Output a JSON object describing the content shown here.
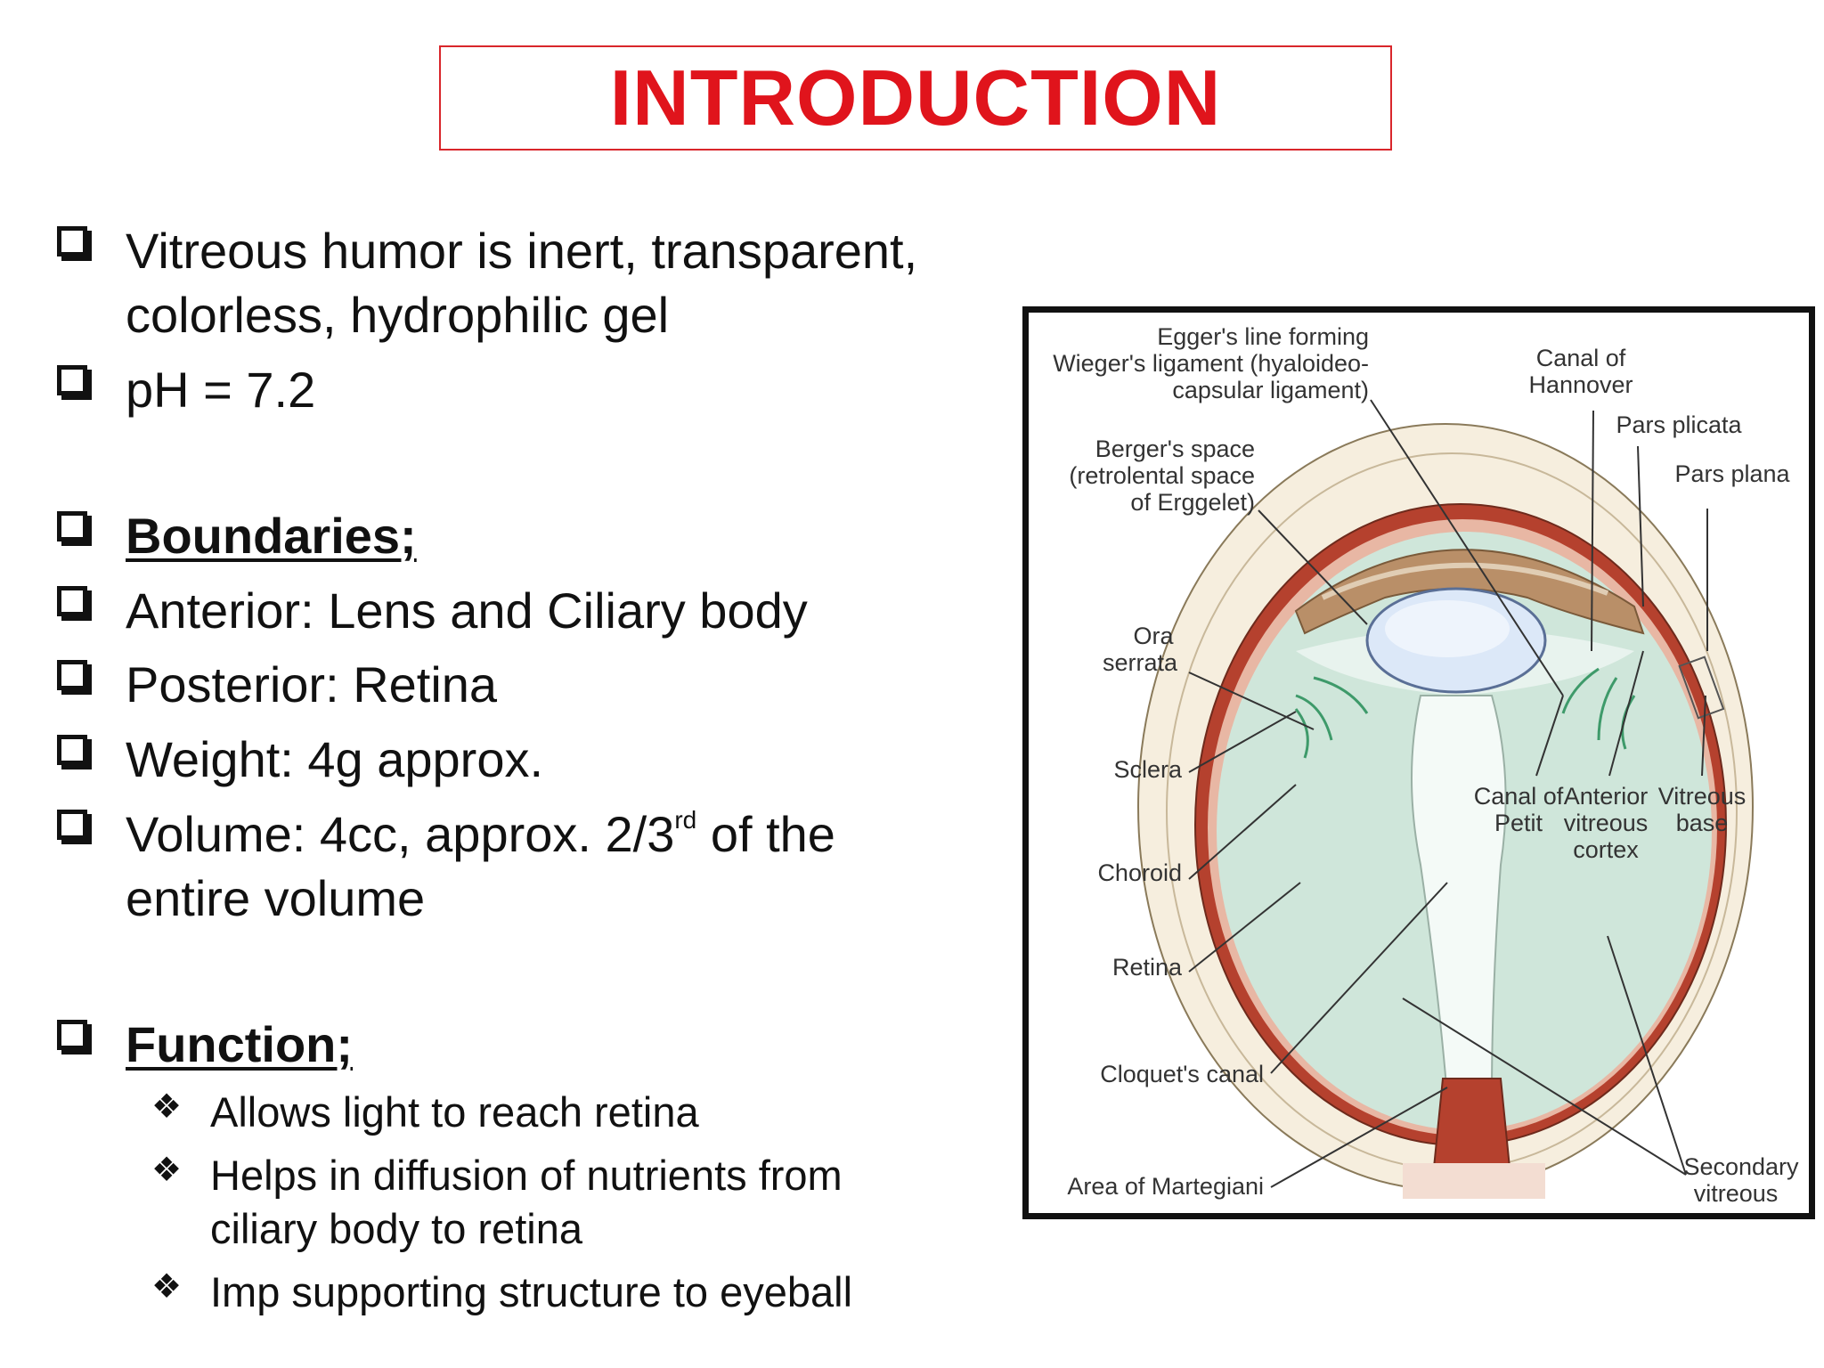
{
  "title": "INTRODUCTION",
  "bullets": {
    "b1_line1": "Vitreous humor is inert, transparent,",
    "b1_line2": "colorless, hydrophilic gel",
    "b2": "pH = 7.2",
    "boundaries_heading": "Boundaries;",
    "anterior": "Anterior: Lens and Ciliary body",
    "posterior": "Posterior: Retina",
    "weight": "Weight: 4g approx.",
    "volume_pre": "Volume: 4cc, approx. 2/3",
    "volume_sup": "rd",
    "volume_post": " of the",
    "volume_line2": "entire volume",
    "function_heading": "Function;"
  },
  "functions": {
    "f1": "Allows light to reach retina",
    "f2_line1": "Helps in diffusion of nutrients from",
    "f2_line2": "ciliary body to retina",
    "f3": "Imp supporting structure to eyeball"
  },
  "icons": {
    "bullet": "checkbox-icon",
    "sub_bullet": "diamond-cluster-icon",
    "diamond_glyph": "❖"
  },
  "diagram": {
    "eggers_1": "Egger's line forming",
    "eggers_2": "Wieger's ligament (hyaloideo-",
    "eggers_3": "capsular ligament)",
    "hannover_1": "Canal of",
    "hannover_2": "Hannover",
    "pars_plicata": "Pars plicata",
    "pars_plana": "Pars plana",
    "berger_1": "Berger's space",
    "berger_2": "(retrolental space",
    "berger_3": "of Erggelet)",
    "ora_1": "Ora",
    "ora_2": "serrata",
    "sclera": "Sclera",
    "choroid": "Choroid",
    "retina": "Retina",
    "cloquet": "Cloquet's canal",
    "martegiani": "Area of Martegiani",
    "petit_1": "Canal of",
    "petit_2": "Petit",
    "anterior_cortex_1": "Anterior",
    "anterior_cortex_2": "vitreous",
    "anterior_cortex_3": "cortex",
    "vitreous_base_1": "Vitreous",
    "vitreous_base_2": "base",
    "secondary_1": "Secondary",
    "secondary_2": "vitreous"
  },
  "colors": {
    "title_red": "#e0141c",
    "border_red": "#d9262b",
    "vitreous": "#cfe6da",
    "choroid": "#b5412e",
    "sclera": "#f6eede",
    "lens": "#dce8f8"
  }
}
